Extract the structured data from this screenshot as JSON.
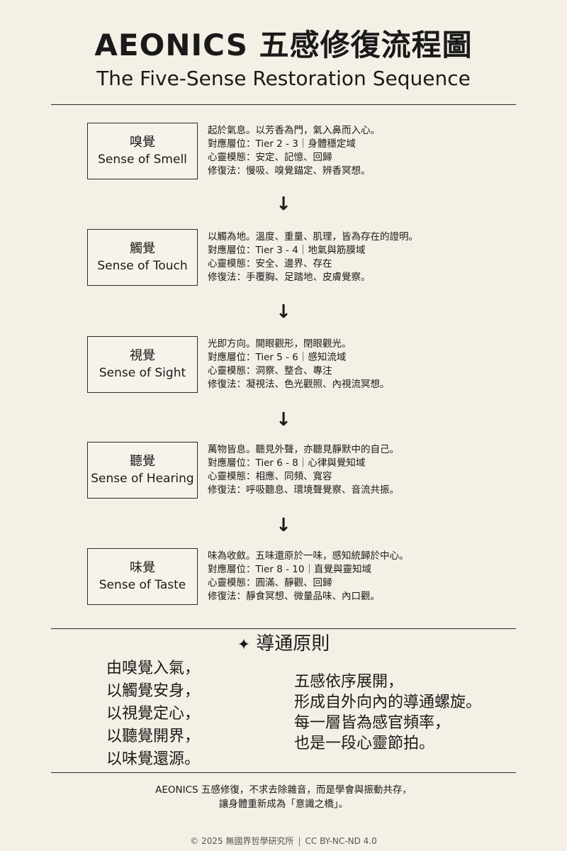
{
  "header": {
    "title": "AEONICS 五感修復流程圖",
    "subtitle": "The Five-Sense Restoration Sequence"
  },
  "steps": [
    {
      "sense_zh": "嗅覺",
      "sense_en": "Sense of Smell",
      "lines": [
        "起於氣息。以芳香為門，氣入鼻而入心。",
        "對應層位：Tier 2 - 3｜身體穩定域",
        "心靈模態：安定、記憶、回歸",
        "修復法：慢吸、嗅覺錨定、辨香冥想。"
      ]
    },
    {
      "sense_zh": "觸覺",
      "sense_en": "Sense of Touch",
      "lines": [
        "以觸為地。溫度、重量、肌理，皆為存在的證明。",
        "對應層位：Tier 3 - 4｜地氣與筋膜域",
        "心靈模態：安全、邊界、存在",
        "修復法：手覆胸、足踏地、皮膚覺察。"
      ]
    },
    {
      "sense_zh": "視覺",
      "sense_en": "Sense of Sight",
      "lines": [
        "光即方向。開眼觀形，閉眼觀光。",
        "對應層位：Tier 5 - 6｜感知流域",
        "心靈模態：洞察、整合、專注",
        "修復法：凝視法、色光觀照、內視流冥想。"
      ]
    },
    {
      "sense_zh": "聽覺",
      "sense_en": "Sense of Hearing",
      "lines": [
        "萬物皆息。聽見外聲，亦聽見靜默中的自己。",
        "對應層位：Tier 6 - 8｜心律與覺知域",
        "心靈模態：相應、同頻、寬容",
        "修復法：呼吸聽息、環境聲覺察、音流共振。"
      ]
    },
    {
      "sense_zh": "味覺",
      "sense_en": "Sense of Taste",
      "lines": [
        "味為收斂。五味還原於一味，感知統歸於中心。",
        "對應層位：Tier 8 - 10｜直覺與靈知域",
        "心靈模態：圓滿、靜觀、回歸",
        "修復法：靜食冥想、微量品味、內口觀。"
      ]
    }
  ],
  "arrow_glyph": "↓",
  "principle": {
    "star": "✦",
    "title": "導通原則",
    "left": [
      "由嗅覺入氣，",
      "以觸覺安身，",
      "以視覺定心，",
      "以聽覺開界，",
      "以味覺還源。"
    ],
    "right": [
      "五感依序展開，",
      "形成自外向內的導通螺旋。",
      "每一層皆為感官頻率，",
      "也是一段心靈節拍。"
    ]
  },
  "footer": {
    "note_line1": "AEONICS 五感修復，不求去除雜音，而是學會與振動共存，",
    "note_line2": "讓身體重新成為「意識之橋」。",
    "copyright": "© 2025 無國界哲學研究所",
    "separator": "|",
    "license": "CC BY-NC-ND 4.0"
  }
}
